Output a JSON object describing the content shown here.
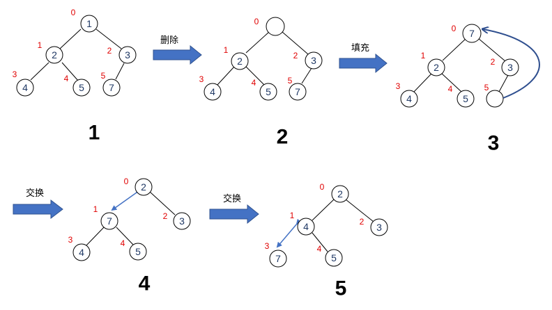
{
  "colors": {
    "node_text": "#1f3864",
    "index_text": "#e00000",
    "block_arrow": "#4472c4",
    "swap_arrow": "#4472c4",
    "curve_arrow": "#2f4f8f"
  },
  "operations": {
    "delete": "删除",
    "fill": "填充",
    "swap_1": "交换",
    "swap_2": "交换"
  },
  "steps": [
    {
      "number": "1",
      "nodes": [
        {
          "index": "0",
          "value": "1"
        },
        {
          "index": "1",
          "value": "2"
        },
        {
          "index": "2",
          "value": "3"
        },
        {
          "index": "3",
          "value": "4"
        },
        {
          "index": "4",
          "value": "5"
        },
        {
          "index": "5",
          "value": "7"
        }
      ]
    },
    {
      "number": "2",
      "nodes": [
        {
          "index": "0",
          "value": ""
        },
        {
          "index": "1",
          "value": "2"
        },
        {
          "index": "2",
          "value": "3"
        },
        {
          "index": "3",
          "value": "4"
        },
        {
          "index": "4",
          "value": "5"
        },
        {
          "index": "5",
          "value": "7"
        }
      ]
    },
    {
      "number": "3",
      "nodes": [
        {
          "index": "0",
          "value": "7"
        },
        {
          "index": "1",
          "value": "2"
        },
        {
          "index": "2",
          "value": "3"
        },
        {
          "index": "3",
          "value": "4"
        },
        {
          "index": "4",
          "value": "5"
        },
        {
          "index": "5",
          "value": ""
        }
      ]
    },
    {
      "number": "4",
      "nodes": [
        {
          "index": "0",
          "value": "2"
        },
        {
          "index": "1",
          "value": "7"
        },
        {
          "index": "2",
          "value": "3"
        },
        {
          "index": "3",
          "value": "4"
        },
        {
          "index": "4",
          "value": "5"
        }
      ]
    },
    {
      "number": "5",
      "nodes": [
        {
          "index": "0",
          "value": "2"
        },
        {
          "index": "1",
          "value": "4"
        },
        {
          "index": "2",
          "value": "3"
        },
        {
          "index": "3",
          "value": "7"
        },
        {
          "index": "4",
          "value": "5"
        }
      ]
    }
  ]
}
